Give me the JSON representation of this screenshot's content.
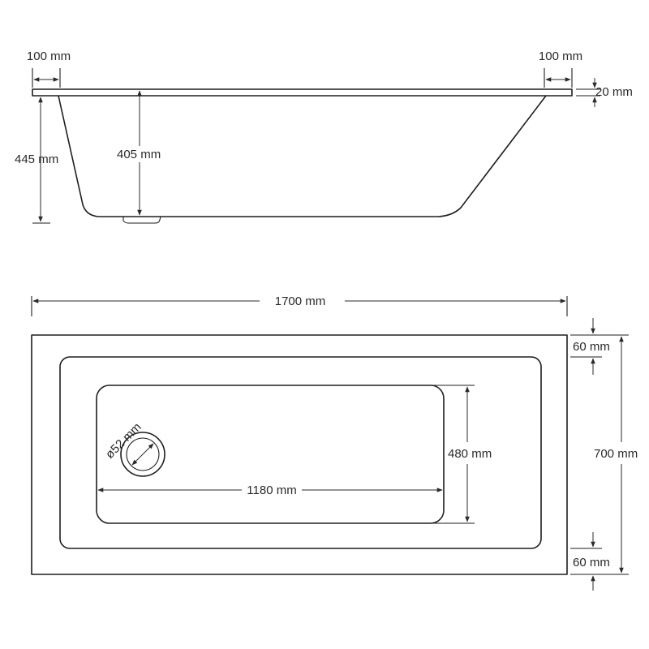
{
  "side_view": {
    "rim_left_width": "100 mm",
    "rim_right_width": "100 mm",
    "rim_thickness": "20 mm",
    "overall_height": "445 mm",
    "inner_depth": "405 mm"
  },
  "top_view": {
    "overall_length": "1700 mm",
    "overall_width": "700 mm",
    "rim_top_width": "60 mm",
    "rim_bottom_width": "60 mm",
    "base_width": "480 mm",
    "base_length": "1180 mm",
    "waste_diameter": "ø52 mm"
  },
  "colors": {
    "line": "#1e1e1e",
    "text": "#2a2a2a",
    "background": "#ffffff"
  }
}
